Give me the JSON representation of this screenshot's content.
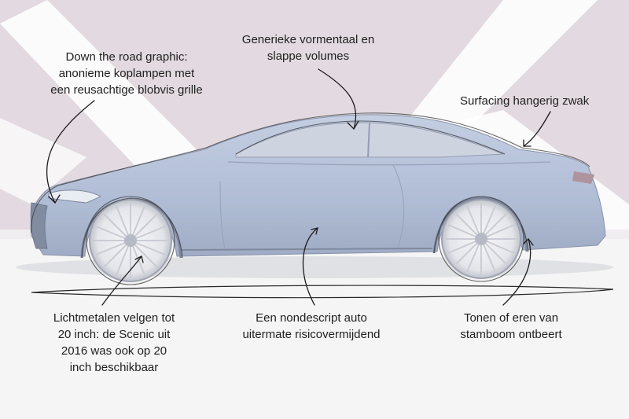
{
  "annotations": {
    "grille": {
      "lines": [
        "Down the road graphic:",
        "anonieme koplampen met",
        "een reusachtige blobvis grille"
      ]
    },
    "form": {
      "lines": [
        "Generieke vormentaal en",
        "slappe volumes"
      ]
    },
    "surfacing": {
      "lines": [
        "Surfacing hangerig zwak"
      ]
    },
    "wheels": {
      "lines": [
        "Lichtmetalen velgen tot",
        "20 inch: de Scenic uit",
        "2016 was ook op 20",
        "inch beschikbaar"
      ]
    },
    "nondescript": {
      "lines": [
        "Een nondescript auto",
        "uitermate risicovermijdend"
      ]
    },
    "heritage": {
      "lines": [
        "Tonen of eren van",
        "stamboom ontbeert"
      ]
    }
  },
  "colors": {
    "backdrop": "#d7ccd4",
    "backdrop_stripe": "#ffffff",
    "floor": "#f2f2f2",
    "car_body": "#9fb0cf",
    "car_shade": "#7f91b3",
    "window": "#bcc3d4",
    "wheel": "#e3e4e8",
    "sketch_line": "#1c1c1c"
  }
}
